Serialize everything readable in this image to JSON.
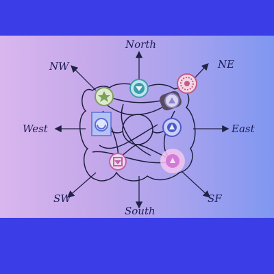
{
  "colors": {
    "band": "#3b3de6",
    "arrow": "#222244",
    "outline": "#1e1e40"
  },
  "directions": {
    "north": "North",
    "south": "South",
    "east": "East",
    "west": "West",
    "northeast": "NE",
    "northwest": "NW",
    "southwest": "SW",
    "southeast": "SF"
  },
  "chakras": [
    {
      "id": "crown",
      "color": "#c45a86",
      "icon": "lotus-icon"
    },
    {
      "id": "third-eye",
      "color": "#8e86c8",
      "icon": "triangle-icon"
    },
    {
      "id": "throat",
      "color": "#3f9aa9",
      "icon": "throat-icon"
    },
    {
      "id": "heart",
      "color": "#7aa05a",
      "icon": "star-icon"
    },
    {
      "id": "sacral",
      "color": "#5a6ed8",
      "icon": "crescent-icon"
    },
    {
      "id": "solar-plexus",
      "color": "#4d59c8",
      "icon": "flame-icon"
    },
    {
      "id": "root",
      "color": "#c060a6",
      "icon": "square-icon"
    },
    {
      "id": "glow",
      "color": "#d57ad6",
      "icon": "glow-icon"
    }
  ]
}
